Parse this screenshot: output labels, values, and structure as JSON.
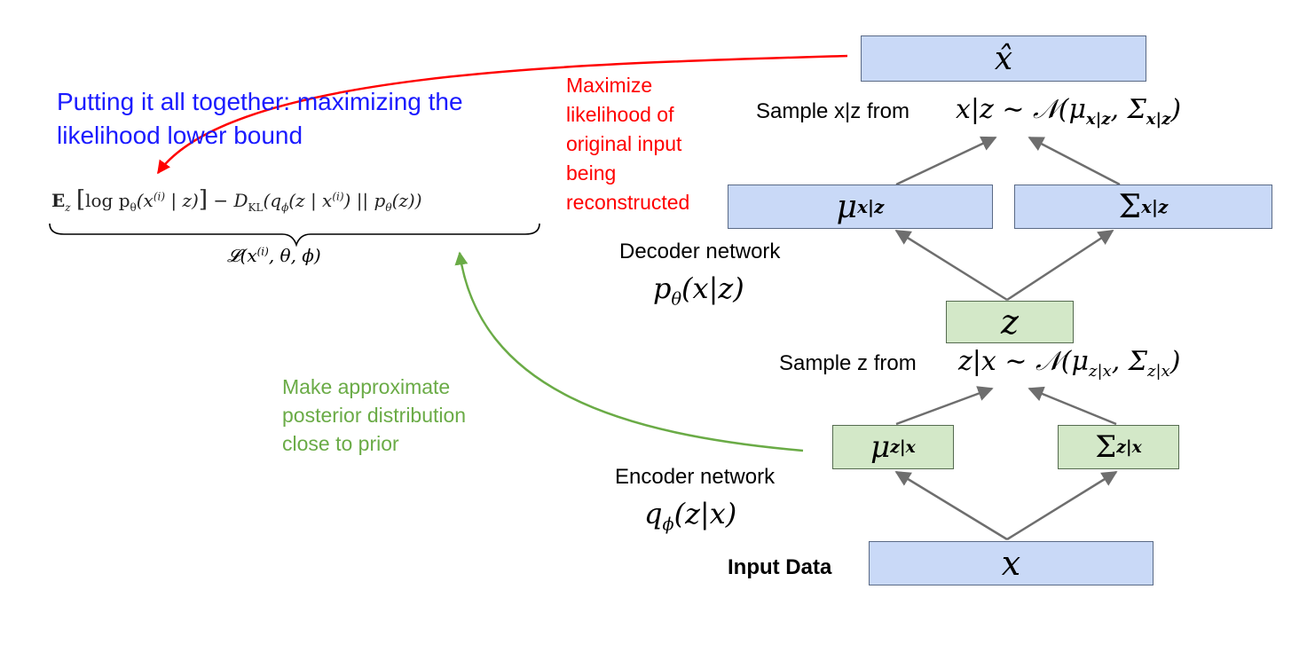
{
  "colors": {
    "blue_title": "#1a1aff",
    "red": "#ff0000",
    "green": "#6aab46",
    "box_blue": "#c9d9f7",
    "box_green": "#d3e8c8",
    "arrow_gray": "#6e6e6e"
  },
  "title": {
    "line1": "Putting it all together: maximizing the",
    "line2": "likelihood lower bound"
  },
  "objective": {
    "expectation": "E",
    "expectation_sub": "z",
    "log_term": "log p",
    "theta": "θ",
    "kl": "D",
    "kl_sub": "KL",
    "bound_label": "𝓛(x",
    "bound_sup": "(i)",
    "bound_rest": ", θ, ϕ)"
  },
  "red_note": [
    "Maximize",
    "likelihood of",
    "original input",
    "being",
    "reconstructed"
  ],
  "green_note": [
    "Make approximate",
    "posterior distribution",
    "close to prior"
  ],
  "decoder": {
    "label": "Decoder network",
    "formula": "p",
    "formula_sub": "θ",
    "formula_rest": "(x|z)"
  },
  "encoder": {
    "label": "Encoder network",
    "formula": "q",
    "formula_sub": "ϕ",
    "formula_rest": "(z|x)"
  },
  "input_label": "Input Data",
  "sample_xz": {
    "label": "Sample x|z from",
    "formula": "x|z ∼ 𝒩(μ",
    "mu_sub": "x|z",
    "sigma": ", Σ",
    "sigma_sub": "x|z",
    "close": ")"
  },
  "sample_z": {
    "label": "Sample z from",
    "formula": "z|x ∼ 𝒩(μ",
    "mu_sub": "z|x",
    "sigma": ", Σ",
    "sigma_sub": "z|x",
    "close": ")"
  },
  "boxes": {
    "xhat": "x̂",
    "mu_xz": "μ",
    "mu_xz_sub": "x|z",
    "sigma_xz": "Σ",
    "sigma_xz_sub": "x|z",
    "z": "z",
    "mu_zx": "μ",
    "mu_zx_sub": "z|x",
    "sigma_zx": "Σ",
    "sigma_zx_sub": "z|x",
    "x": "x"
  }
}
